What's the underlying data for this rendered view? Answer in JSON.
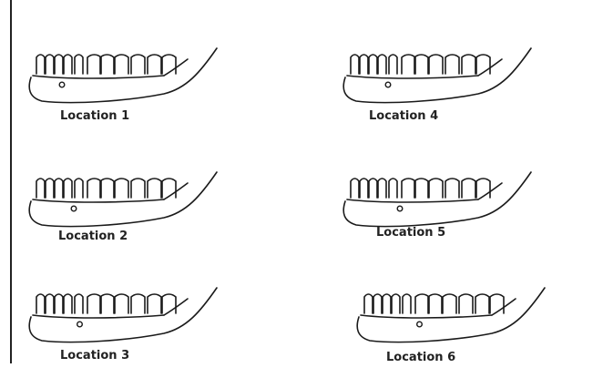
{
  "figure": {
    "border_color": "#222222",
    "panels": [
      {
        "label": "Location 1",
        "foramen_tooth_index": 2
      },
      {
        "label": "Location 4",
        "foramen_tooth_index": 3
      },
      {
        "label": "Location 2",
        "foramen_tooth_index": 3
      },
      {
        "label": "Location 5",
        "foramen_tooth_index": 4
      },
      {
        "label": "Location 3",
        "foramen_tooth_index": 3.5
      },
      {
        "label": "Location 6",
        "foramen_tooth_index": 4.5
      }
    ]
  }
}
